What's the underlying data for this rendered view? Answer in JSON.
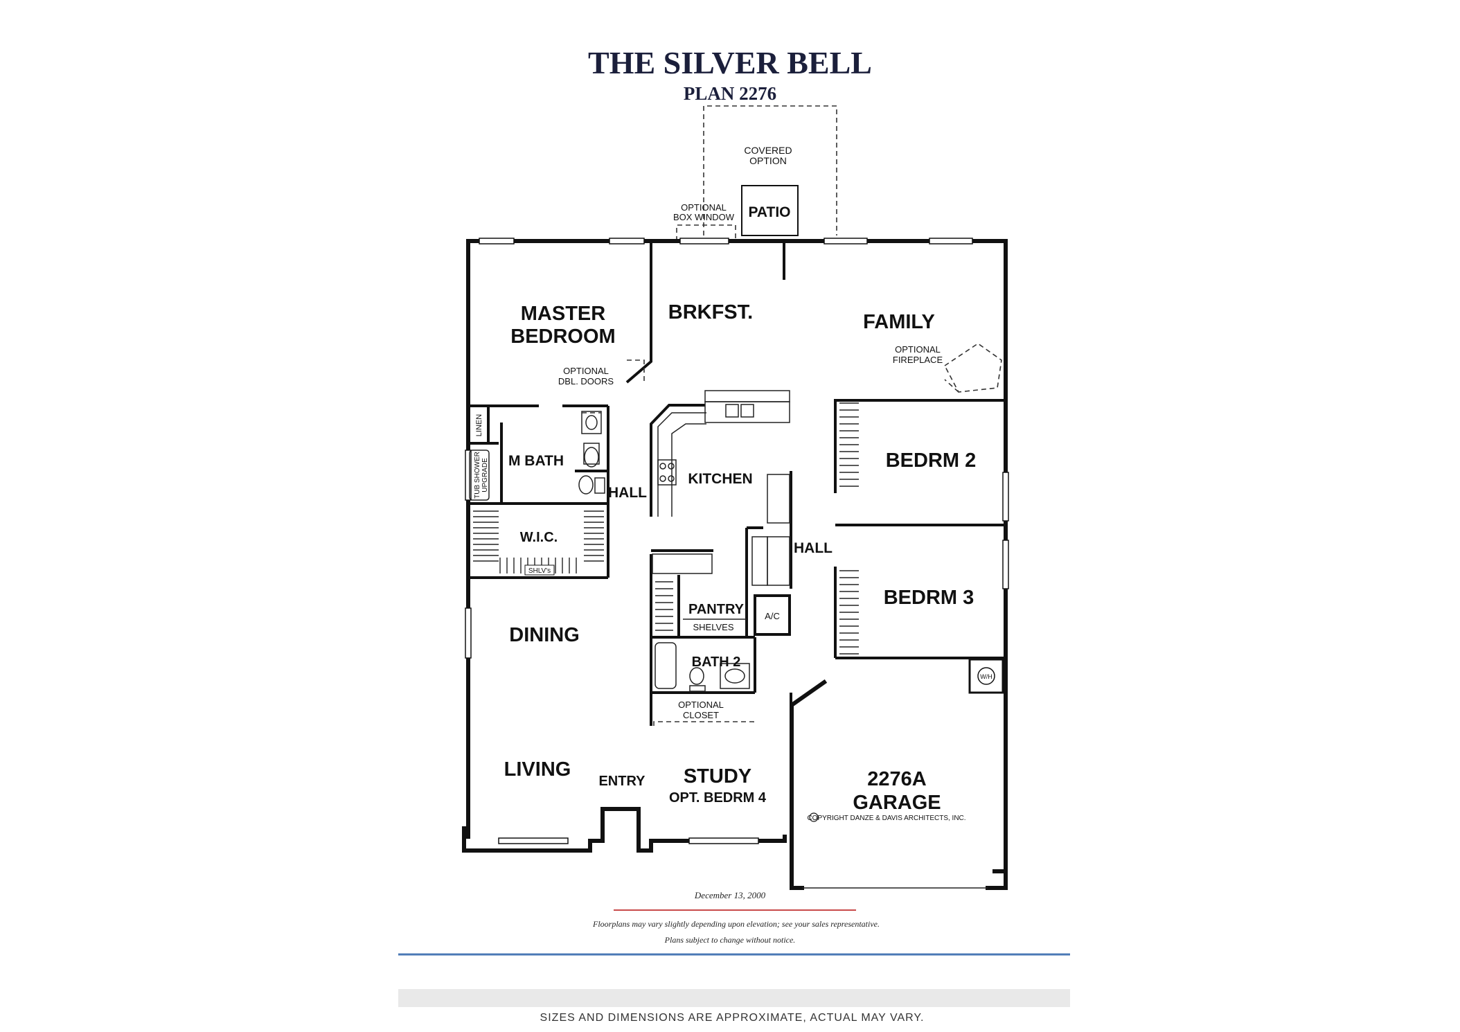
{
  "header": {
    "title": "THE SILVER BELL",
    "plan": "PLAN 2276"
  },
  "rooms": {
    "master_bedroom_line1": "MASTER",
    "master_bedroom_line2": "BEDROOM",
    "brkfst": "BRKFST.",
    "family": "FAMILY",
    "m_bath": "M BATH",
    "wic": "W.I.C.",
    "hall_left": "HALL",
    "kitchen": "KITCHEN",
    "bedrm2": "BEDRM 2",
    "hall_right": "HALL",
    "bedrm3": "BEDRM 3",
    "pantry": "PANTRY",
    "dining": "DINING",
    "bath2": "BATH 2",
    "living": "LIVING",
    "entry": "ENTRY",
    "study": "STUDY",
    "study_opt": "OPT. BEDRM 4",
    "garage_line1": "2276A",
    "garage_line2": "GARAGE",
    "patio": "PATIO"
  },
  "labels": {
    "covered_option_1": "COVERED",
    "covered_option_2": "OPTION",
    "box_window_1": "OPTIONAL",
    "box_window_2": "BOX  WINDOW",
    "dbl_doors_1": "OPTIONAL",
    "dbl_doors_2": "DBL. DOORS",
    "fireplace_1": "OPTIONAL",
    "fireplace_2": "FIREPLACE",
    "linen": "LINEN",
    "tub_1": "TUB SHOWER",
    "tub_2": "UPGRADE",
    "shlvs": "SHLV's",
    "shelves": "SHELVES",
    "ac": "A/C",
    "wh": "W/H",
    "closet_1": "OPTIONAL",
    "closet_2": "CLOSET",
    "copyright": "COPYRIGHT  DANZE  &  DAVIS  ARCHITECTS,  INC."
  },
  "footer": {
    "date": "December 13, 2000",
    "note1": "Floorplans may vary slightly depending upon elevation; see your sales representative.",
    "note2": "Plans subject to change without notice.",
    "disclaimer": "SIZES AND DIMENSIONS ARE APPROXIMATE, ACTUAL MAY VARY."
  },
  "colors": {
    "title": "#1b1f3b",
    "red_rule": "#c84a4a",
    "blue_rule": "#4a78b5",
    "gray_bar": "#e9e9e9"
  }
}
